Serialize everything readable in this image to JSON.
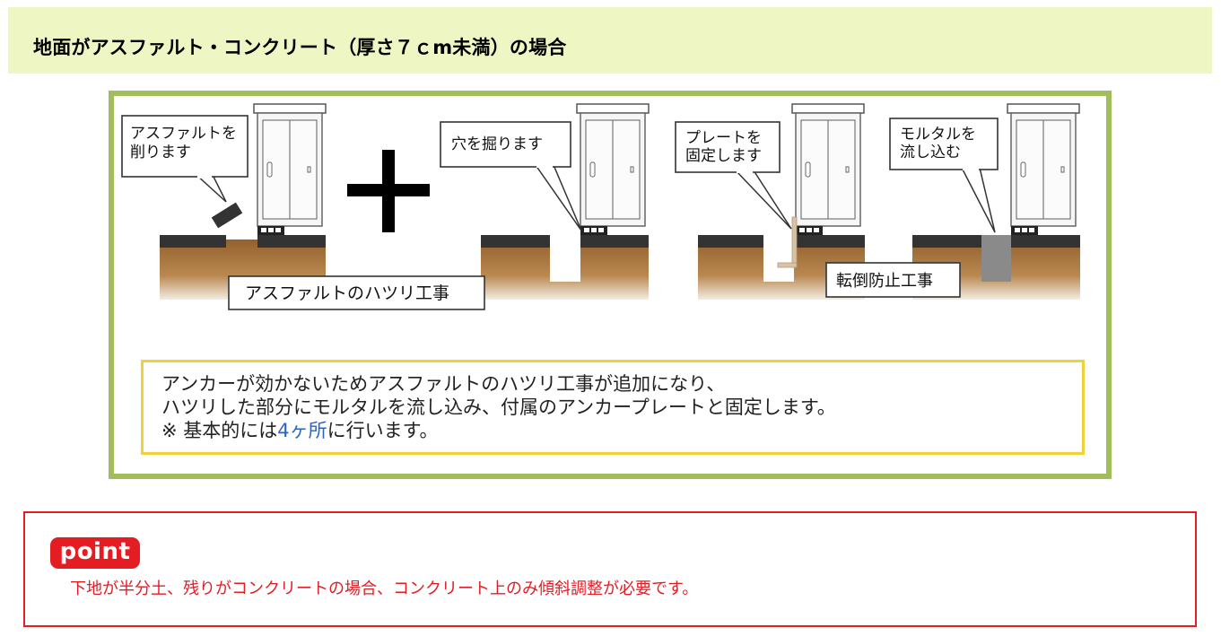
{
  "section_title": "地面がアスファルト・コンクリート（厚さ７ｃm未満）の場合",
  "diagram": {
    "callouts": [
      {
        "id": "scrape",
        "lines": [
          "アスファルトを",
          "削ります"
        ]
      },
      {
        "id": "dig",
        "lines": [
          "穴を掘ります"
        ]
      },
      {
        "id": "plate",
        "lines": [
          "プレートを",
          "固定します"
        ]
      },
      {
        "id": "mortar",
        "lines": [
          "モルタルを",
          "流し込む"
        ]
      }
    ],
    "step_labels": [
      "アスファルトのハツリ工事",
      "転倒防止工事"
    ],
    "plus_symbol": "+"
  },
  "note": {
    "line1": "アンカーが効かないためアスファルトのハツリ工事が追加になり、",
    "line2": "ハツリした部分にモルタルを流し込み、付属のアンカープレートと固定します。",
    "line3_prefix": "※ 基本的には",
    "line3_emph": "4ヶ所",
    "line3_suffix": "に行います。"
  },
  "point": {
    "badge": "point",
    "text": "下地が半分土、残りがコンクリートの場合、コンクリート上のみ傾斜調整が必要です。"
  },
  "colors": {
    "header_bg": "#eef7c4",
    "diagram_border": "#a2bd5b",
    "note_border": "#efd13a",
    "point_red": "#e01e26",
    "soil": "#a0713b",
    "asphalt": "#333333",
    "mortar": "#8a8a8a"
  }
}
